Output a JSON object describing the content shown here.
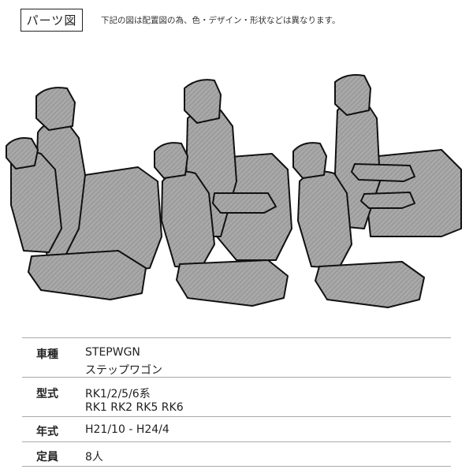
{
  "header": {
    "title": "パーツ図",
    "note": "下記の図は配置図の為、色・デザイン・形状などは異なります。"
  },
  "diagram": {
    "colors": {
      "fill": "#a8a8a8",
      "stroke": "#111111"
    }
  },
  "specs": {
    "rows": [
      {
        "label": "車種",
        "lines": [
          "STEPWGN",
          "ステップワゴン"
        ]
      },
      {
        "label": "型式",
        "lines": [
          "RK1/2/5/6系",
          "RK1 RK2 RK5 RK6"
        ]
      },
      {
        "label": "年式",
        "lines": [
          "H21/10 - H24/4"
        ]
      },
      {
        "label": "定員",
        "lines": [
          "8人"
        ]
      }
    ]
  }
}
